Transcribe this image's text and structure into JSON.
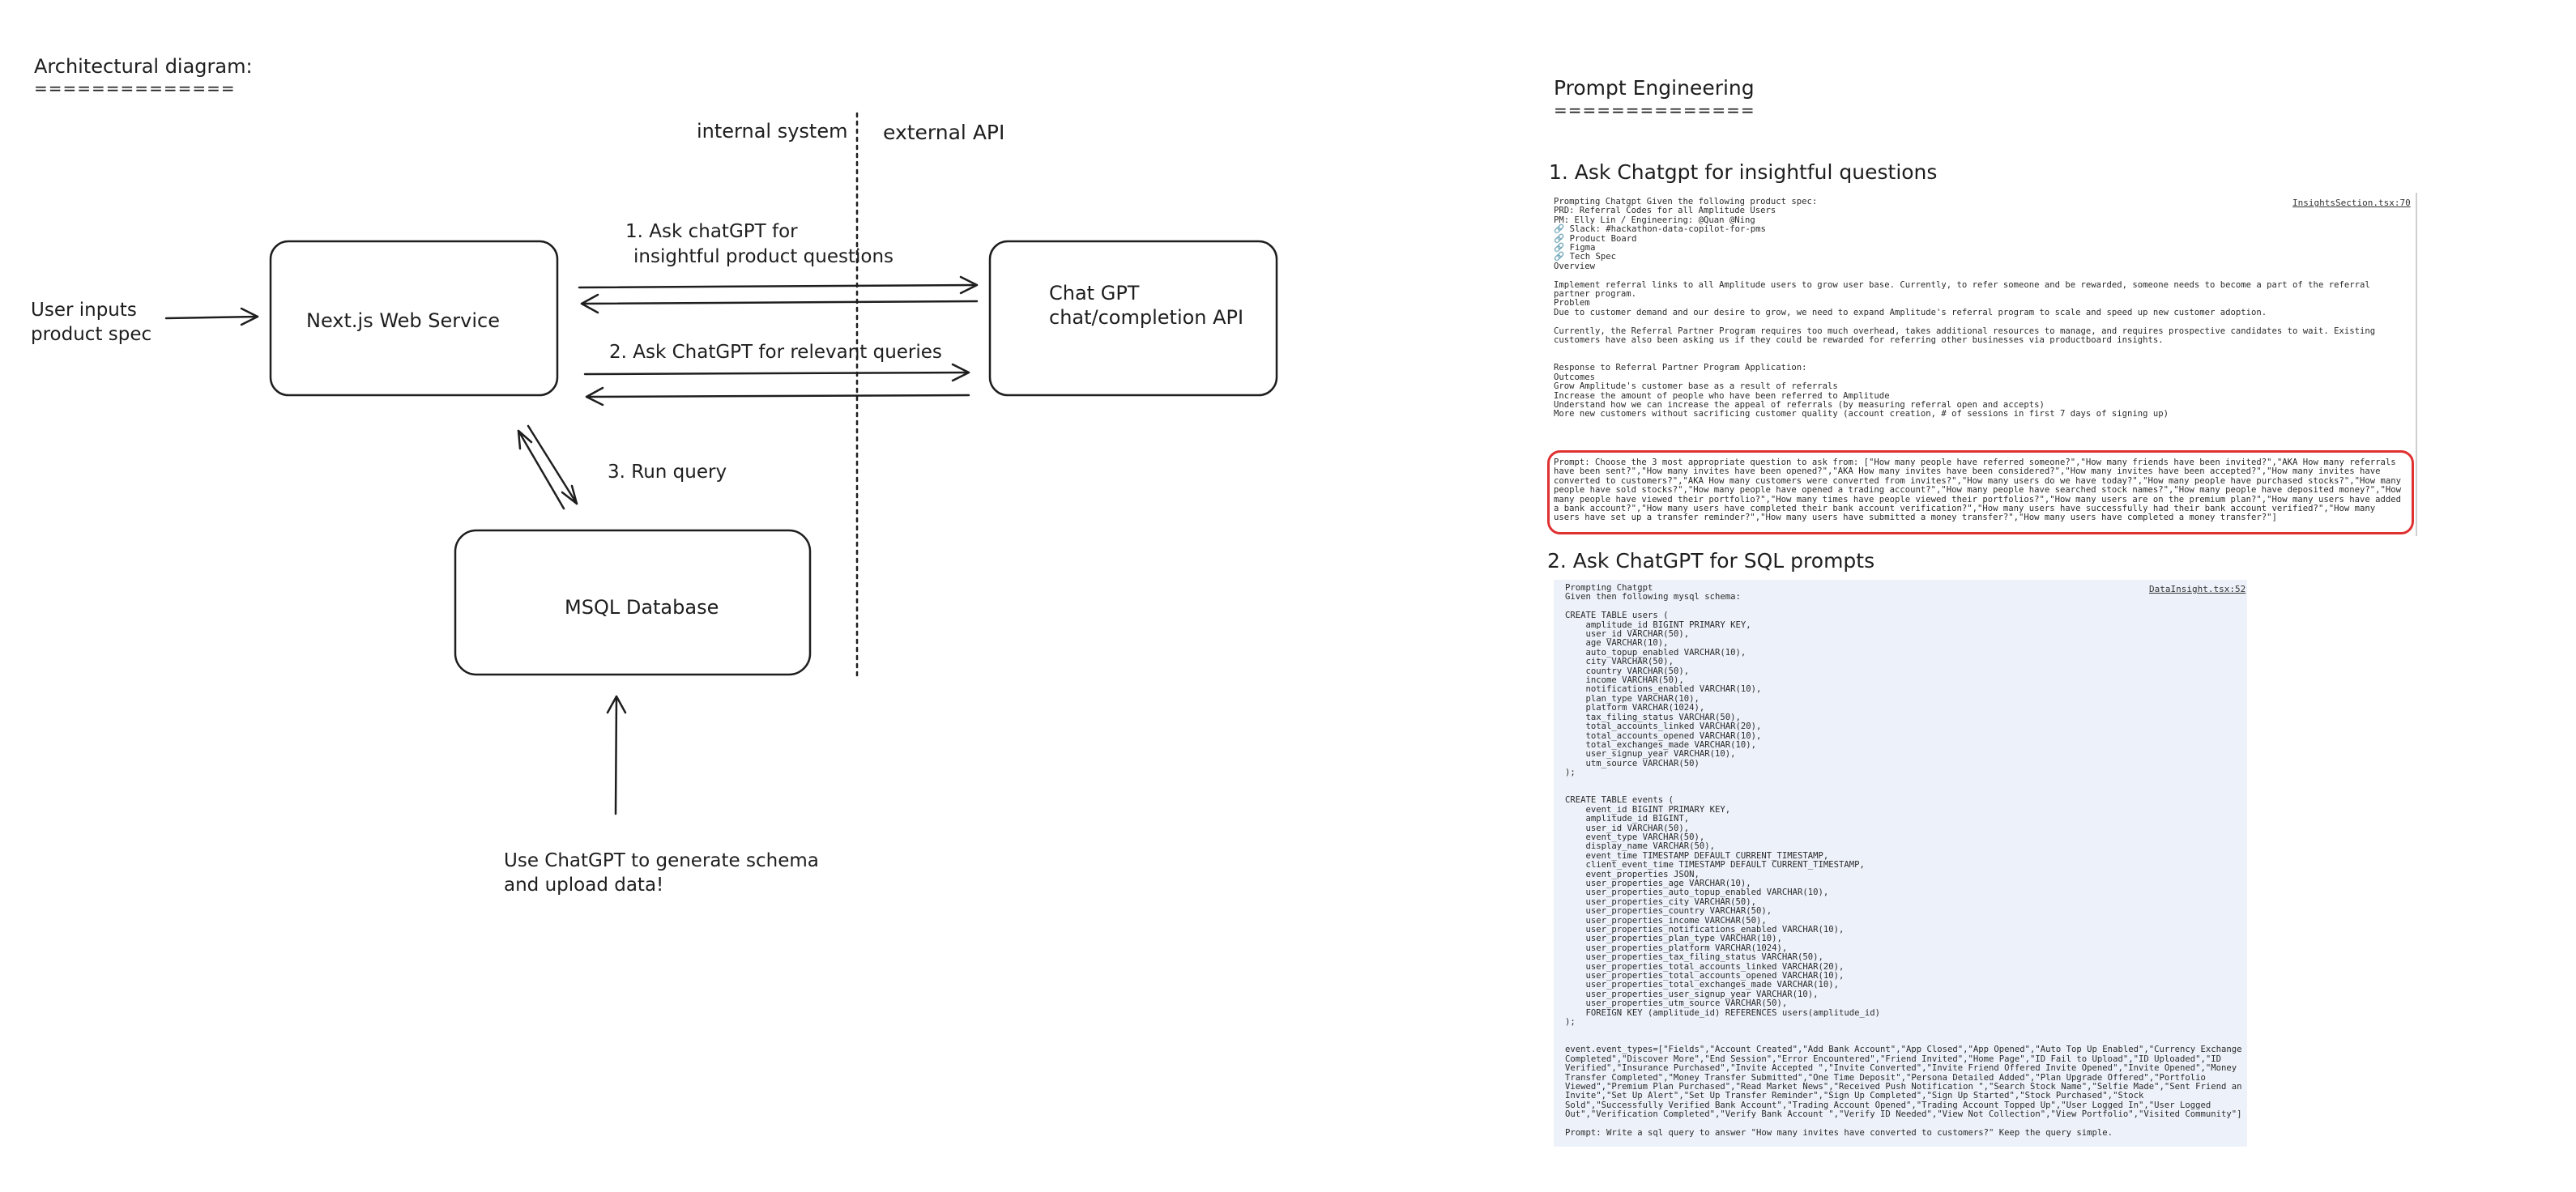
{
  "left": {
    "title": "Architectural diagram:",
    "title_underline": "==============",
    "divider_left_label": "internal system",
    "divider_right_label": "external API",
    "user_input_label": [
      "User inputs",
      "product spec"
    ],
    "web_service_label": "Next.js Web Service",
    "chatgpt_label": [
      "Chat GPT",
      "chat/completion API"
    ],
    "database_label": "MSQL Database",
    "step1_label": [
      "1. Ask chatGPT for",
      "insightful product questions"
    ],
    "step2_label": "2. Ask ChatGPT for relevant queries",
    "step3_label": "3. Run query",
    "schema_note": [
      "Use ChatGPT to generate schema",
      "and upload data!"
    ]
  },
  "right": {
    "title": "Prompt Engineering",
    "title_underline": "==============",
    "section1": {
      "heading": "1. Ask Chatgpt for insightful questions",
      "source_link": "InsightsSection.tsx:70",
      "body": "Prompting Chatgpt Given the following product spec:\nPRD: Referral Codes for all Amplitude Users\nPM: Elly Lin / Engineering: @Quan @Ning\n🔗 Slack: #hackathon-data-copilot-for-pms\n🔗 Product Board\n🔗 Figma\n🔗 Tech Spec\nOverview\n\nImplement referral links to all Amplitude users to grow user base. Currently, to refer someone and be rewarded, someone needs to become a part of the referral partner program.\nProblem\nDue to customer demand and our desire to grow, we need to expand Amplitude's referral program to scale and speed up new customer adoption.\n\nCurrently, the Referral Partner Program requires too much overhead, takes additional resources to manage, and requires prospective candidates to wait. Existing customers have also been asking us if they could be rewarded for referring other businesses via productboard insights.\n\n\nResponse to Referral Partner Program Application:\nOutcomes\nGrow Amplitude's customer base as a result of referrals\nIncrease the amount of people who have been referred to Amplitude\nUnderstand how we can increase the appeal of referrals (by measuring referral open and accepts)\nMore new customers without sacrificing customer quality (account creation, # of sessions in first 7 days of signing up)",
      "prompt": "Prompt: Choose the 3 most appropriate question to ask from: [\"How many people have referred someone?\",\"How many friends have been invited?\",\"AKA How many referrals have been sent?\",\"How many invites have been opened?\",\"AKA How many invites have been considered?\",\"How many invites have been accepted?\",\"How many invites have converted to customers?\",\"AKA How many customers were converted from invites?\",\"How many users do we have today?\",\"How many people have purchased stocks?\",\"How many people have sold stocks?\",\"How many people have opened a trading account?\",\"How many people have searched stock names?\",\"How many people have deposited money?\",\"How many people have viewed their portfolio?\",\"How many times have people viewed their portfolios?\",\"How many users are on the premium plan?\",\"How many users have added a bank account?\",\"How many users have completed their bank account verification?\",\"How many users have successfully had their bank account verified?\",\"How many users have set up a transfer reminder?\",\"How many users have submitted a money transfer?\",\"How many users have completed a money transfer?\"]"
    },
    "section2": {
      "heading": "2. Ask ChatGPT for SQL prompts",
      "source_link": "DataInsight.tsx:52",
      "body": "Prompting Chatgpt\nGiven then following mysql schema:\n\nCREATE TABLE users (\n    amplitude_id BIGINT PRIMARY KEY,\n    user_id VARCHAR(50),\n    age VARCHAR(10),\n    auto_topup_enabled VARCHAR(10),\n    city VARCHAR(50),\n    country VARCHAR(50),\n    income VARCHAR(50),\n    notifications_enabled VARCHAR(10),\n    plan_type VARCHAR(10),\n    platform VARCHAR(1024),\n    tax_filing_status VARCHAR(50),\n    total_accounts_linked VARCHAR(20),\n    total_accounts_opened VARCHAR(10),\n    total_exchanges_made VARCHAR(10),\n    user_signup_year VARCHAR(10),\n    utm_source VARCHAR(50)\n);\n\n\nCREATE TABLE events (\n    event_id BIGINT PRIMARY KEY,\n    amplitude_id BIGINT,\n    user_id VARCHAR(50),\n    event_type VARCHAR(50),\n    display_name VARCHAR(50),\n    event_time TIMESTAMP DEFAULT CURRENT_TIMESTAMP,\n    client_event_time TIMESTAMP DEFAULT CURRENT_TIMESTAMP,\n    event_properties JSON,\n    user_properties_age VARCHAR(10),\n    user_properties_auto_topup_enabled VARCHAR(10),\n    user_properties_city VARCHAR(50),\n    user_properties_country VARCHAR(50),\n    user_properties_income VARCHAR(50),\n    user_properties_notifications_enabled VARCHAR(10),\n    user_properties_plan_type VARCHAR(10),\n    user_properties_platform VARCHAR(1024),\n    user_properties_tax_filing_status VARCHAR(50),\n    user_properties_total_accounts_linked VARCHAR(20),\n    user_properties_total_accounts_opened VARCHAR(10),\n    user_properties_total_exchanges_made VARCHAR(10),\n    user_properties_user_signup_year VARCHAR(10),\n    user_properties_utm_source VARCHAR(50),\n    FOREIGN KEY (amplitude_id) REFERENCES users(amplitude_id)\n);\n\n\nevent.event_types=[\"Fields\",\"Account Created\",\"Add Bank Account\",\"App Closed\",\"App Opened\",\"Auto Top Up Enabled\",\"Currency Exchange Completed\",\"Discover More\",\"End Session\",\"Error Encountered\",\"Friend Invited\",\"Home Page\",\"ID Fail to Upload\",\"ID Uploaded\",\"ID Verified\",\"Insurance Purchased\",\"Invite Accepted \",\"Invite Converted\",\"Invite Friend Offered Invite Opened\",\"Invite Opened\",\"Money Transfer Completed\",\"Money Transfer Submitted\",\"One Time Deposit\",\"Persona Detailed Added\",\"Plan Upgrade Offered\",\"Portfolio Viewed\",\"Premium Plan Purchased\",\"Read Market News\",\"Received Push Notification \",\"Search Stock Name\",\"Selfie Made\",\"Sent Friend an Invite\",\"Set Up Alert\",\"Set Up Transfer Reminder\",\"Sign Up Completed\",\"Sign Up Started\",\"Stock Purchased\",\"Stock Sold\",\"Successfully Verified Bank Account\",\"Trading Account Opened\",\"Trading Account Topped Up\",\"User Logged In\",\"User Logged Out\",\"Verification Completed\",\"Verify Bank Account \",\"Verify ID Needed\",\"View Not Collection\",\"View Portfolio\",\"Visited Community\"]\n\nPrompt: Write a sql query to answer \"How many invites have converted to customers?\" Keep the query simple."
    },
    "colors": {
      "code_bg": "#edf2fa",
      "highlight": "#e03131",
      "ink": "#1e1e1e"
    }
  }
}
